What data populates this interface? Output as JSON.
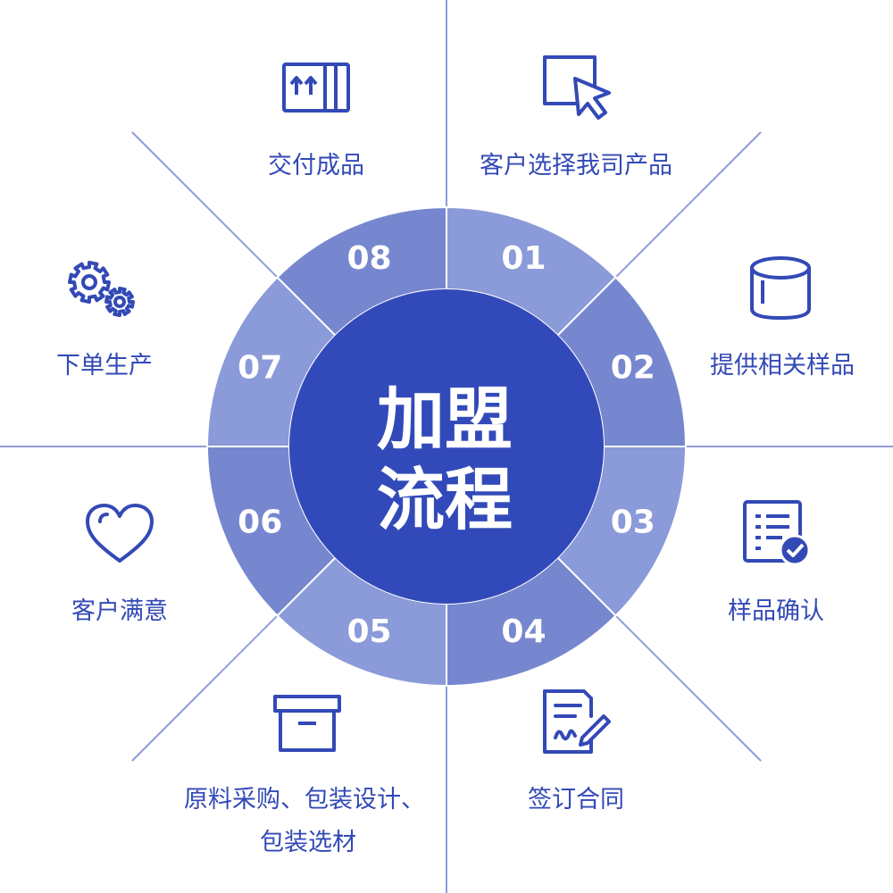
{
  "center": {
    "line1": "加盟",
    "line2": "流程"
  },
  "colors": {
    "center_fill": "#324ab9",
    "ring_dark": "#7787cf",
    "ring_light": "#8b9ad8",
    "divider": "#8f9dd9",
    "ring_text": "#ffffff",
    "label": "#3349b6",
    "icon": "#3349b6"
  },
  "steps": [
    {
      "num": "01",
      "label": "客户选择我司产品",
      "icon": "cursor-click-icon"
    },
    {
      "num": "02",
      "label": "提供相关样品",
      "icon": "container-icon"
    },
    {
      "num": "03",
      "label": "样品确认",
      "icon": "checklist-icon"
    },
    {
      "num": "04",
      "label": "签订合同",
      "icon": "contract-sign-icon"
    },
    {
      "num": "05",
      "label": "原料采购、包装设计、",
      "label2": "包装选材",
      "icon": "box-icon"
    },
    {
      "num": "06",
      "label": "客户满意",
      "icon": "heart-icon"
    },
    {
      "num": "07",
      "label": "下单生产",
      "icon": "gears-icon"
    },
    {
      "num": "08",
      "label": "交付成品",
      "icon": "package-icon"
    }
  ]
}
